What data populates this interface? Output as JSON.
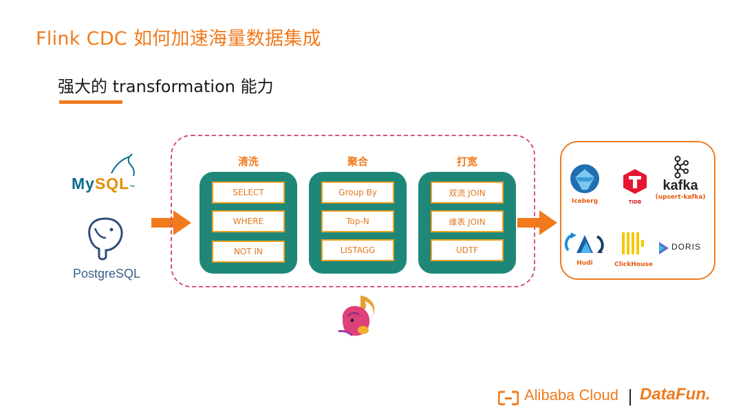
{
  "header": {
    "title": "Flink CDC 如何加速海量数据集成",
    "subtitle": "强大的 transformation 能力"
  },
  "sources": {
    "mysql": {
      "name_main": "My",
      "name_accent": "SQL",
      "suffix": "™"
    },
    "postgres": {
      "name": "PostgreSQL"
    }
  },
  "transform": {
    "groups": [
      {
        "label": "清洗",
        "ops": [
          "SELECT",
          "WHERE",
          "NOT IN"
        ]
      },
      {
        "label": "聚合",
        "ops": [
          "Group By",
          "Top-N",
          "LISTAGG"
        ]
      },
      {
        "label": "打宽",
        "ops": [
          "双流 JOIN",
          "维表 JOIN",
          "UDTF"
        ]
      }
    ]
  },
  "targets": {
    "iceberg": "Iceberg",
    "tidb": "TIDB",
    "kafka_name": "kafka",
    "kafka_note": "(upsert-kafka)",
    "hudi": "Hudi",
    "clickhouse": "ClickHouse",
    "doris": "DORIS"
  },
  "footer": {
    "alibaba": "Alibaba Cloud",
    "datafun": "DataFun."
  },
  "colors": {
    "accent": "#f07a1c",
    "group_bg": "#1e8778",
    "dash_border": "#d8507a",
    "op_border": "#f0a020"
  }
}
